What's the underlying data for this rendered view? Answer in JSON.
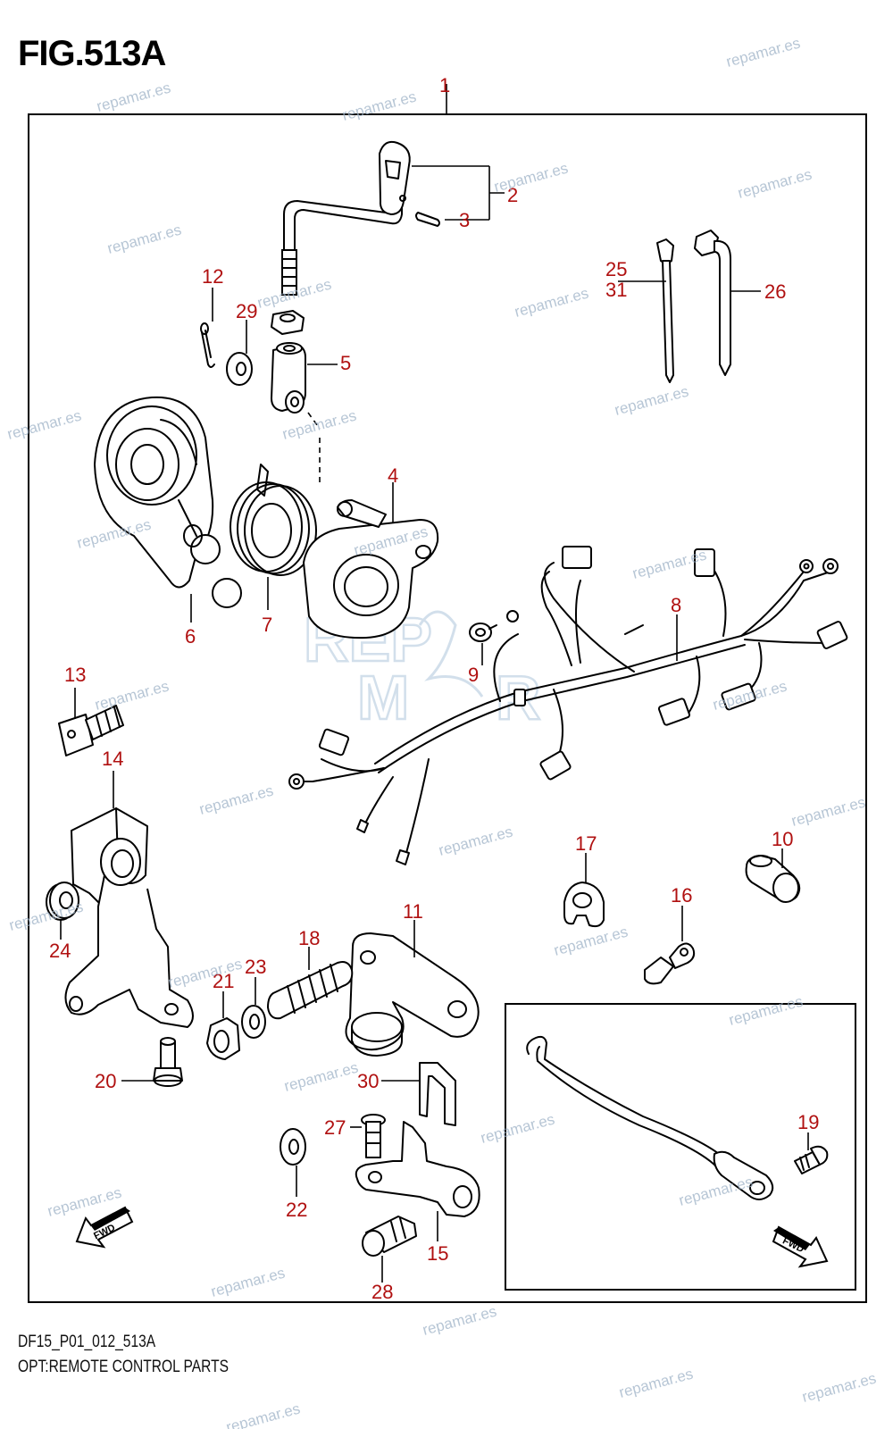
{
  "figure": {
    "title": "FIG.513A"
  },
  "footer": {
    "model_code": "DF15_P01_012_513A",
    "caption": "OPT:REMOTE CONTROL PARTS"
  },
  "callouts": [
    "1",
    "2",
    "3",
    "4",
    "5",
    "6",
    "7",
    "8",
    "9",
    "10",
    "11",
    "12",
    "13",
    "14",
    "15",
    "16",
    "17",
    "18",
    "19",
    "20",
    "21",
    "22",
    "23",
    "24",
    "25",
    "31",
    "26",
    "27",
    "28",
    "29",
    "30"
  ],
  "watermark": {
    "text": "repamar.es",
    "logo": "REPAMAR"
  },
  "arrows": {
    "fwd_label": "FWD"
  },
  "colors": {
    "callout": "#b01010",
    "ink": "#000000",
    "watermark": "#9fb3c8"
  }
}
